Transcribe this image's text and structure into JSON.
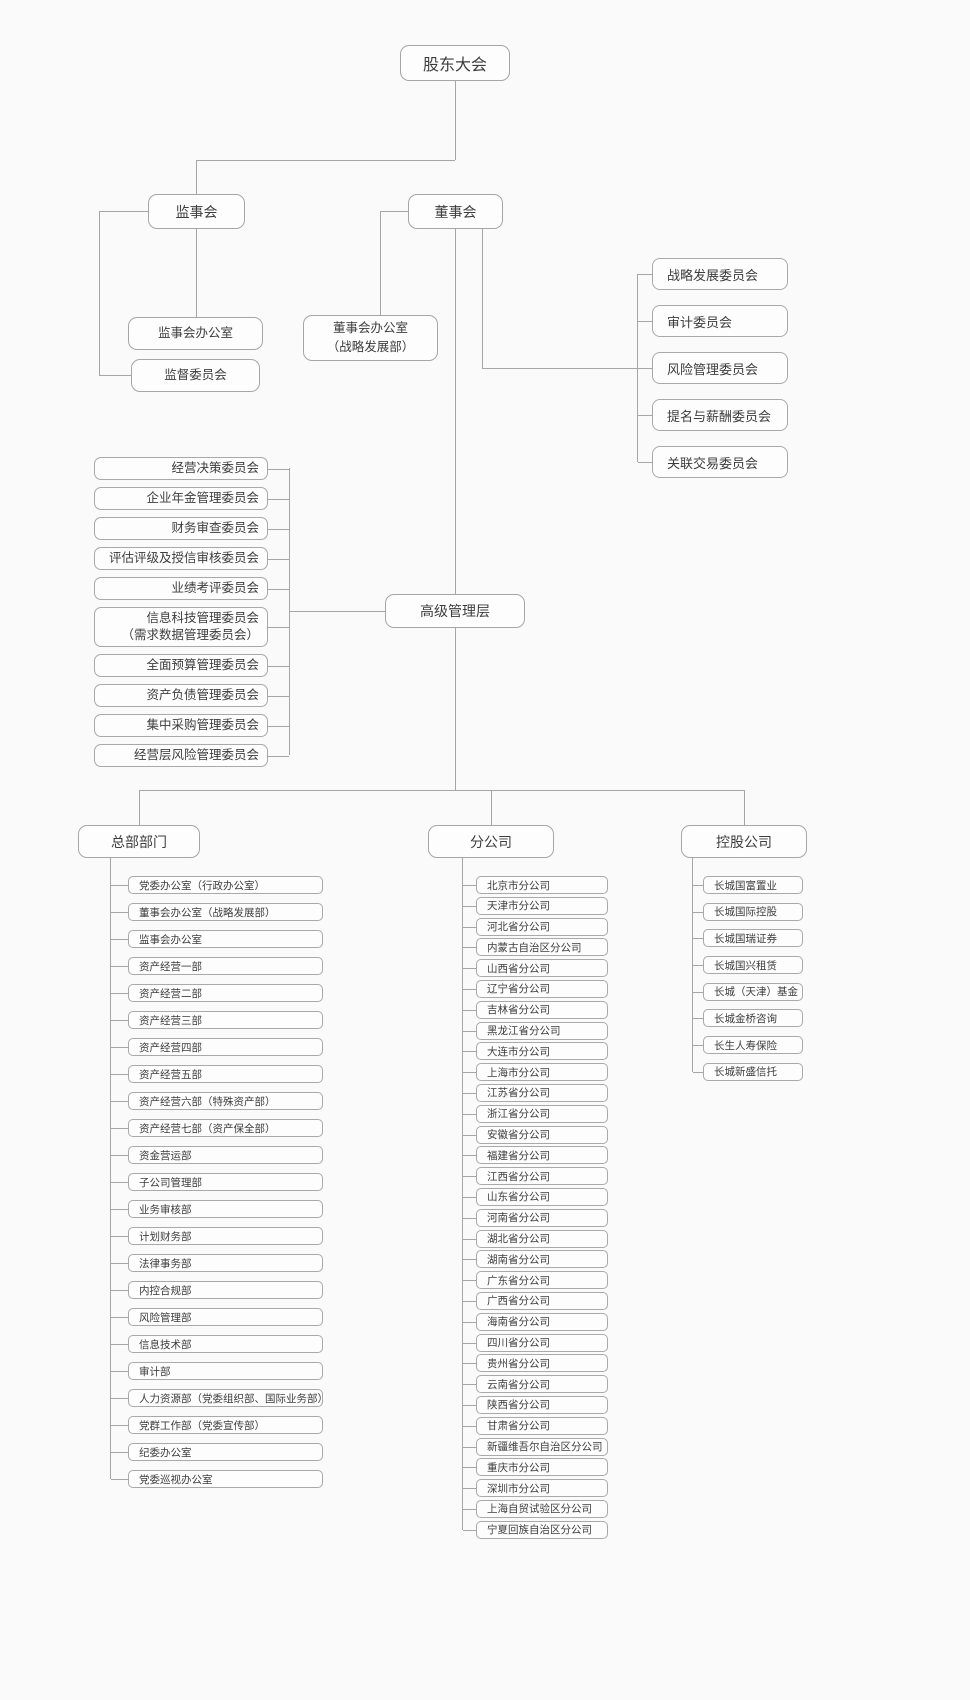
{
  "colors": {
    "background": "#fafafa",
    "line": "#a6a6a6",
    "box_border": "#a6a6a6",
    "box_fill": "#fdfdfd",
    "text": "#3d3d3d"
  },
  "nodes": {
    "shareholders_meeting": "股东大会",
    "supervisory_board": "监事会",
    "board_of_directors": "董事会",
    "supervisory_board_office": "监事会办公室",
    "supervision_committee": "监督委员会",
    "board_office": "董事会办公室\n（战略发展部）",
    "senior_management": "高级管理层",
    "hq_departments_header": "总部部门",
    "branches_header": "分公司",
    "holding_companies_header": "控股公司"
  },
  "board_committees": [
    "战略发展委员会",
    "审计委员会",
    "风险管理委员会",
    "提名与薪酬委员会",
    "关联交易委员会"
  ],
  "management_committees": [
    "经营决策委员会",
    "企业年金管理委员会",
    "财务审查委员会",
    "评估评级及授信审核委员会",
    "业绩考评委员会",
    "信息科技管理委员会\n（需求数据管理委员会）",
    "全面预算管理委员会",
    "资产负债管理委员会",
    "集中采购管理委员会",
    "经营层风险管理委员会"
  ],
  "hq_departments": [
    "党委办公室（行政办公室）",
    "董事会办公室（战略发展部）",
    "监事会办公室",
    "资产经营一部",
    "资产经营二部",
    "资产经营三部",
    "资产经营四部",
    "资产经营五部",
    "资产经营六部（特殊资产部）",
    "资产经营七部（资产保全部）",
    "资金营运部",
    "子公司管理部",
    "业务审核部",
    "计划财务部",
    "法律事务部",
    "内控合规部",
    "风险管理部",
    "信息技术部",
    "审计部",
    "人力资源部（党委组织部、国际业务部）",
    "党群工作部（党委宣传部）",
    "纪委办公室",
    "党委巡视办公室"
  ],
  "branches": [
    "北京市分公司",
    "天津市分公司",
    "河北省分公司",
    "内蒙古自治区分公司",
    "山西省分公司",
    "辽宁省分公司",
    "吉林省分公司",
    "黑龙江省分公司",
    "大连市分公司",
    "上海市分公司",
    "江苏省分公司",
    "浙江省分公司",
    "安徽省分公司",
    "福建省分公司",
    "江西省分公司",
    "山东省分公司",
    "河南省分公司",
    "湖北省分公司",
    "湖南省分公司",
    "广东省分公司",
    "广西省分公司",
    "海南省分公司",
    "四川省分公司",
    "贵州省分公司",
    "云南省分公司",
    "陕西省分公司",
    "甘肃省分公司",
    "新疆维吾尔自治区分公司",
    "重庆市分公司",
    "深圳市分公司",
    "上海自贸试验区分公司",
    "宁夏回族自治区分公司"
  ],
  "holding_companies": [
    "长城国富置业",
    "长城国际控股",
    "长城国瑞证券",
    "长城国兴租赁",
    "长城（天津）基金",
    "长城金桥咨询",
    "长生人寿保险",
    "长城新盛信托"
  ]
}
